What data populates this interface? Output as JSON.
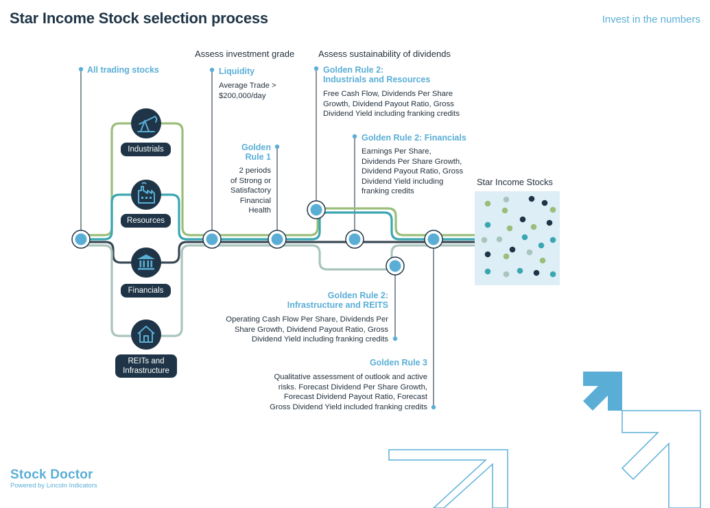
{
  "header": {
    "title": "Star Income Stock selection process",
    "tagline": "Invest in the numbers"
  },
  "stages": {
    "assess_investment_grade": "Assess investment grade",
    "assess_sustainability": "Assess sustainability of dividends"
  },
  "start": {
    "label": "All trading stocks"
  },
  "sectors": {
    "industrials": "Industrials",
    "resources": "Resources",
    "financials": "Financials",
    "reits_line1": "REITs and",
    "reits_line2": "Infrastructure"
  },
  "liquidity": {
    "title": "Liquidity",
    "desc_line1": "Average Trade >",
    "desc_line2": "$200,000/day"
  },
  "golden_rule_1": {
    "title_line1": "Golden",
    "title_line2": "Rule 1",
    "desc": [
      "2 periods",
      "of Strong or",
      "Satisfactory",
      "Financial",
      "Health"
    ]
  },
  "golden_rule_2_ir": {
    "title_line1": "Golden Rule 2:",
    "title_line2": "Industrials and Resources",
    "desc": [
      "Free Cash Flow, Dividends Per Share",
      "Growth, Dividend Payout Ratio, Gross",
      "Dividend Yield including franking credits"
    ]
  },
  "golden_rule_2_fin": {
    "title": "Golden Rule 2: Financials",
    "desc": [
      "Earnings Per Share,",
      "Dividends Per Share Growth,",
      "Dividend Payout Ratio, Gross",
      "Dividend Yield including",
      "franking credits"
    ]
  },
  "golden_rule_2_infra": {
    "title_line1": "Golden Rule 2:",
    "title_line2": "Infrastructure and REITS",
    "desc": [
      "Operating Cash Flow Per Share, Dividends Per",
      "Share Growth, Dividend Payout Ratio, Gross",
      "Dividend Yield including franking credits"
    ]
  },
  "golden_rule_3": {
    "title": "Golden Rule 3",
    "desc": [
      "Qualitative assessment of outlook and active",
      "risks. Forecast Dividend Per Share Growth,",
      "Forecast Dividend Payout Ratio, Forecast",
      "Gross Dividend Yield included franking credits"
    ]
  },
  "output": {
    "label": "Star Income Stocks"
  },
  "footer": {
    "brand": "Stock Doctor",
    "sub": "Powered by Lincoln Indicators"
  },
  "colors": {
    "navy": "#1f3547",
    "blue": "#5aaed6",
    "green": "#9bbd7a",
    "teal": "#3aa6b0",
    "sage": "#a9c4bd",
    "dark_line": "#3b4a56",
    "box_bg": "#ddeef6"
  }
}
